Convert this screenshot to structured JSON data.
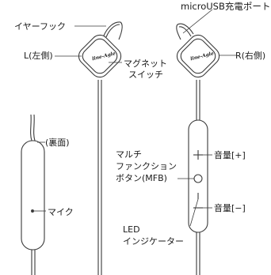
{
  "labels": {
    "ear_hook": "イヤーフック",
    "micro_usb_port": "microUSB充電ポート",
    "left": "L(左側)",
    "right": "R(右側)",
    "magnet_switch_line1": "マグネット",
    "magnet_switch_line2": "スイッチ",
    "back_side": "(裏面)",
    "mic": "マイク",
    "multi_function_line1": "マルチ",
    "multi_function_line2": "ファンクション",
    "multi_function_line3": "ボタン(MFB)",
    "volume_up": "音量[+]",
    "volume_down": "音量[−]",
    "led_line1": "LED",
    "led_line2": "インジケーター"
  },
  "brand_logo": "line-Agle",
  "icons": {
    "plus": "plus-icon",
    "minus": "minus-icon"
  },
  "colors": {
    "line": "#3a3a3a",
    "text": "#1a1a1a",
    "background": "#ffffff"
  }
}
